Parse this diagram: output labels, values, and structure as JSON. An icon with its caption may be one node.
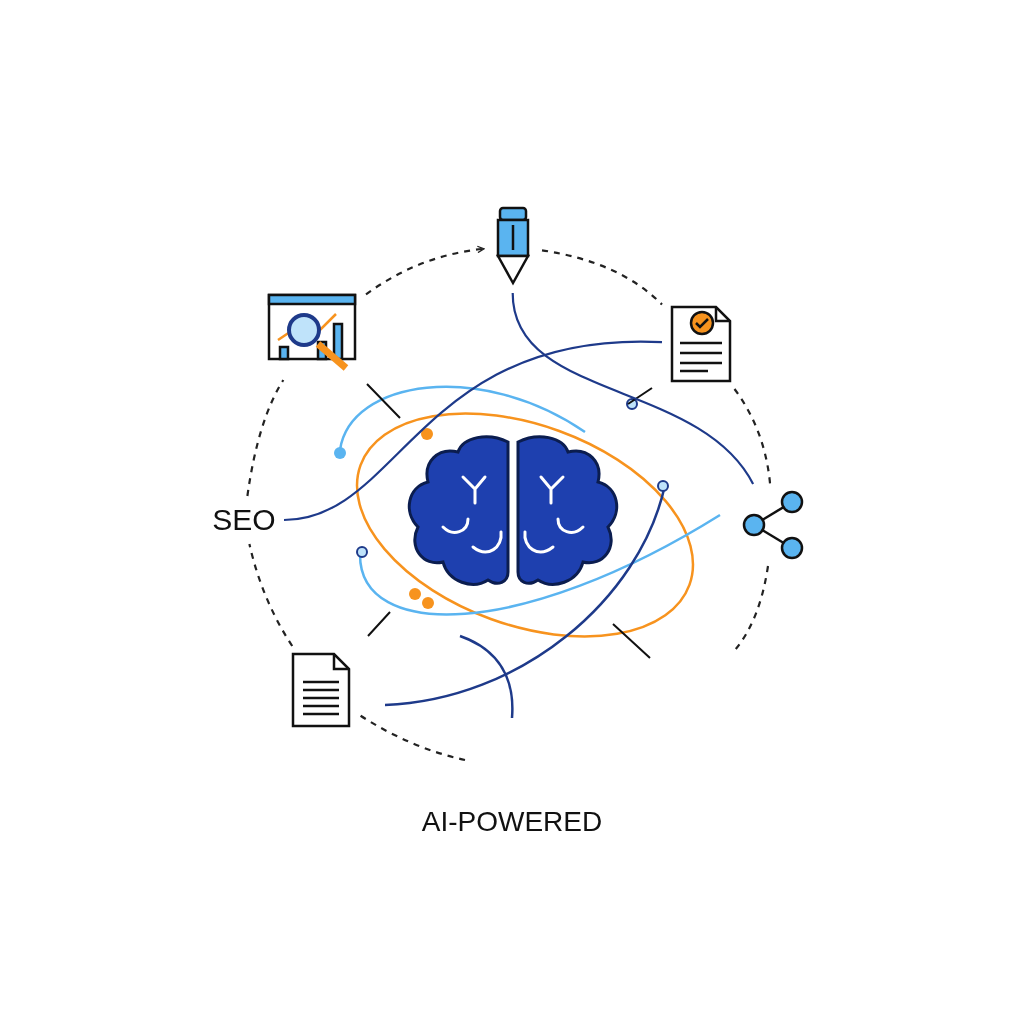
{
  "diagram": {
    "nodes": [
      {
        "text": [],
        "shape": "picture"
      },
      {
        "text": [],
        "shape": "picture"
      },
      {
        "text": [],
        "shape": "picture"
      },
      {
        "text": [],
        "shape": "picture"
      },
      {
        "text": [],
        "shape": "picture"
      },
      {
        "text": [],
        "shape": "picture"
      },
      {
        "text": [
          "SEO"
        ]
      }
    ],
    "edges": [
      {
        "from": 5,
        "to": 1,
        "arrow": "to",
        "style": "dashed"
      },
      {
        "from": 1,
        "to": 2,
        "arrow": "none",
        "style": "dashed"
      },
      {
        "from": 2,
        "to": 3,
        "arrow": "none",
        "style": "dashed"
      },
      {
        "from": 3,
        "to": null,
        "arrow": "none",
        "style": "dashed"
      },
      {
        "from": null,
        "to": 4,
        "arrow": "none",
        "style": "dashed"
      },
      {
        "from": 4,
        "to": 6,
        "arrow": "none",
        "style": "dashed"
      },
      {
        "from": 6,
        "to": 5,
        "arrow": "none",
        "style": "dashed"
      },
      {
        "from": 6,
        "to": 2,
        "arrow": "none",
        "color": "#1e3a8a"
      },
      {
        "from": 1,
        "to": 3,
        "arrow": "none",
        "color": "#1e3a8a"
      }
    ],
    "labels": [
      "AI-POWERED"
    ]
  }
}
